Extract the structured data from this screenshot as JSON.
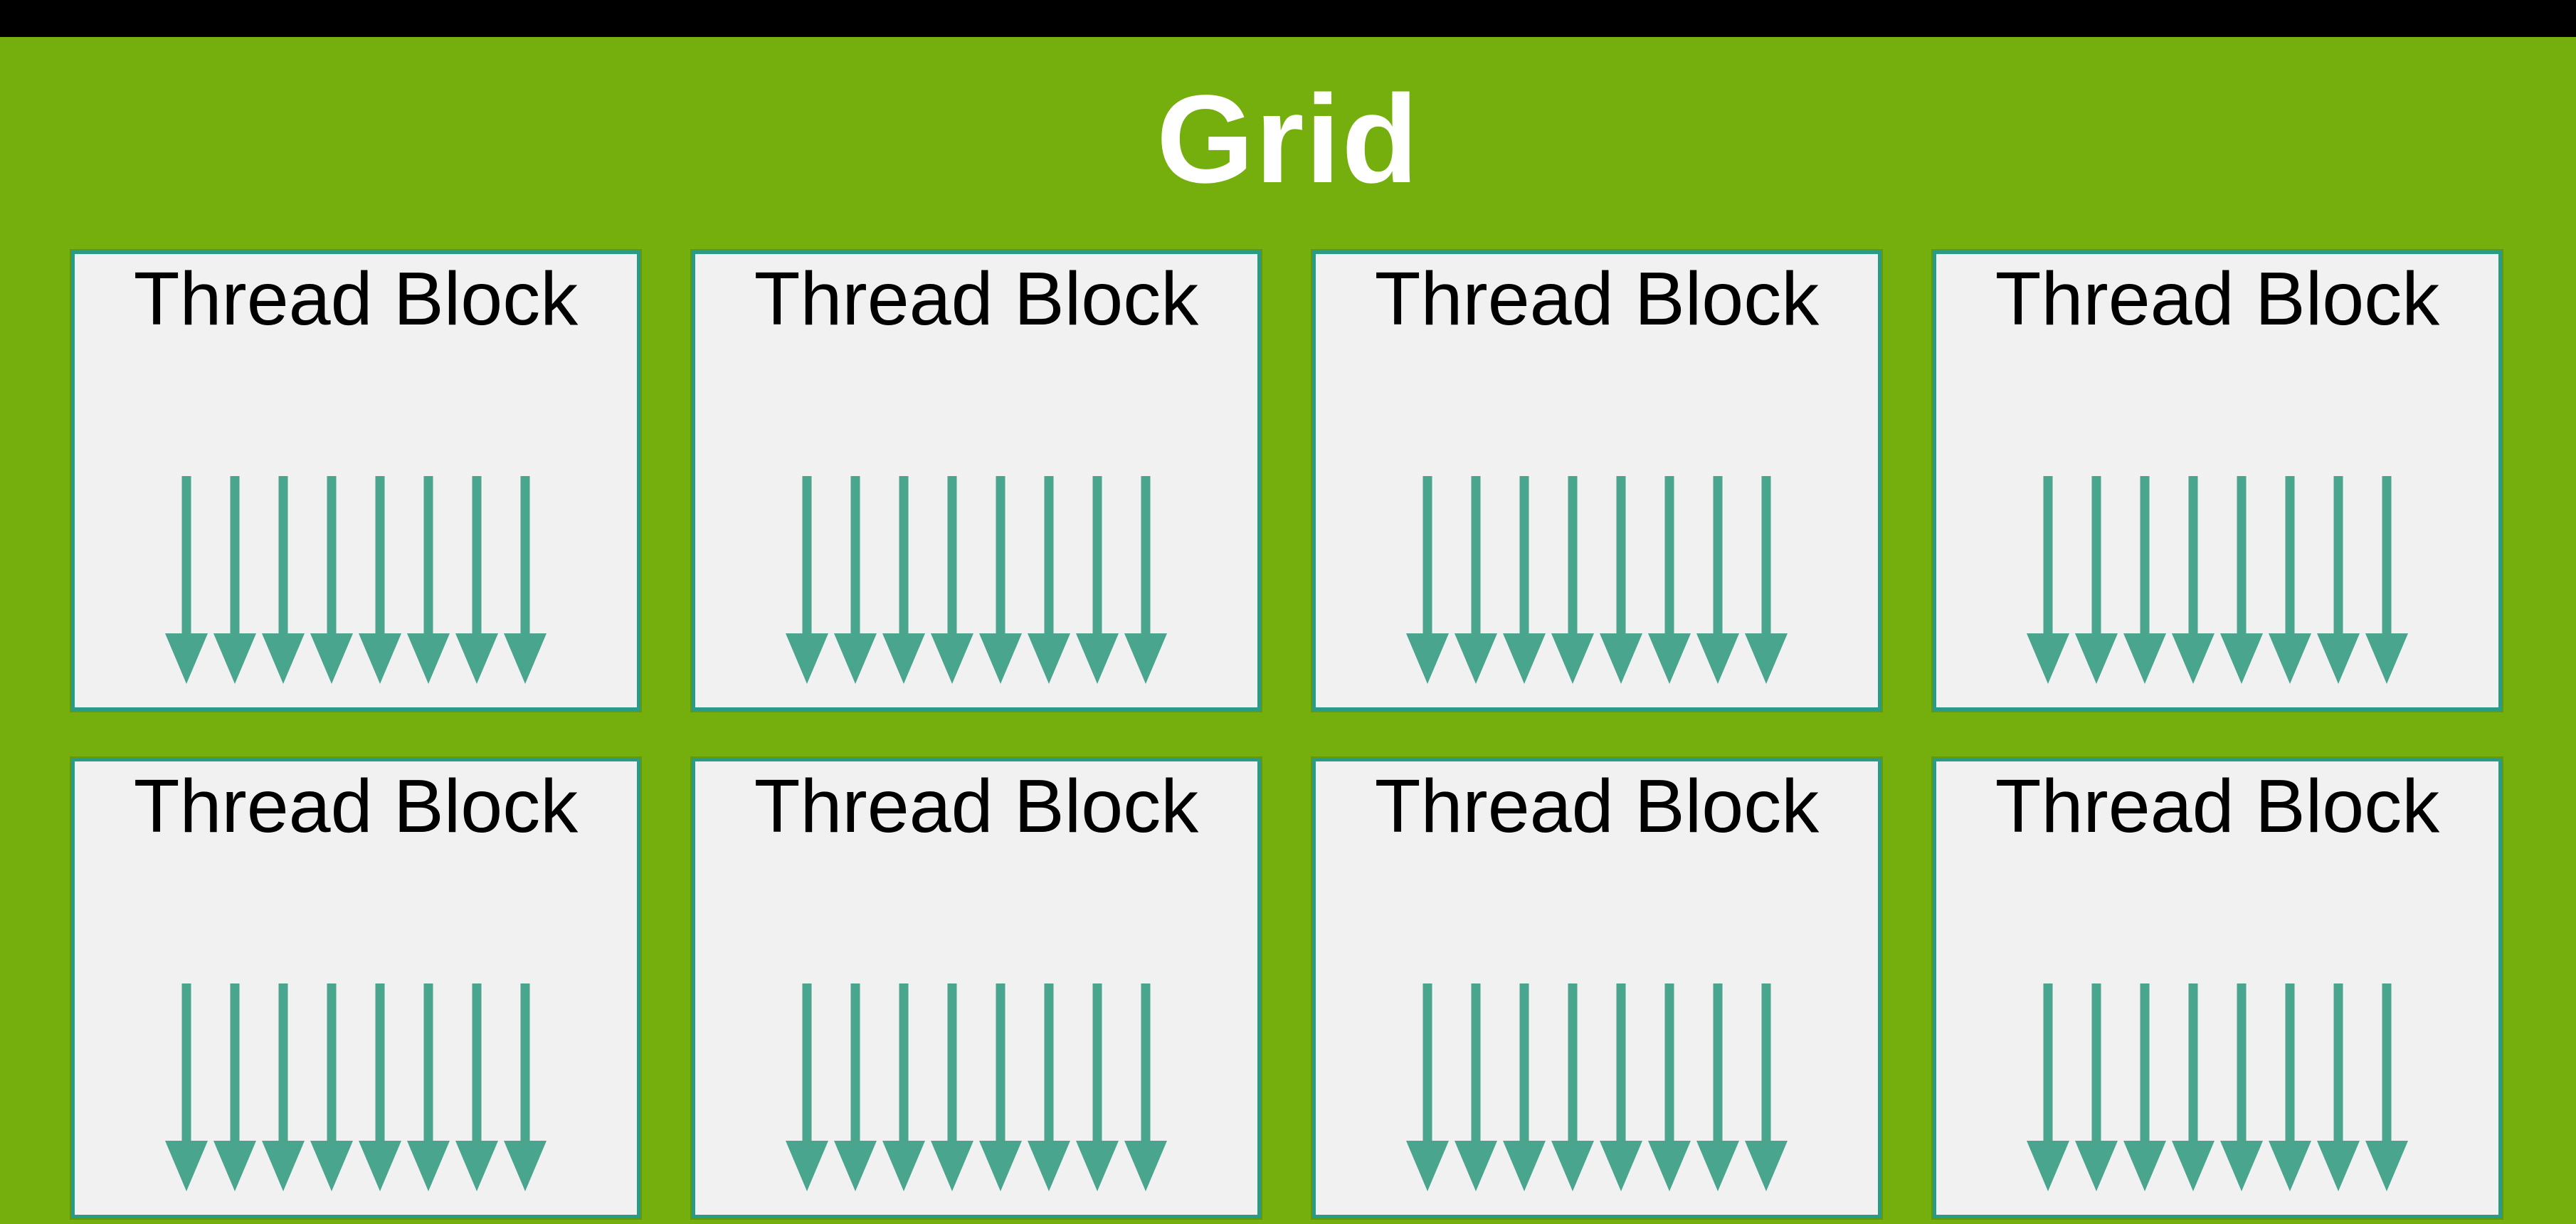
{
  "diagram": {
    "title": "Grid",
    "rows": 2,
    "columns": 4,
    "blocks": [
      {
        "label": "Thread Block",
        "arrow_count": 8
      },
      {
        "label": "Thread Block",
        "arrow_count": 8
      },
      {
        "label": "Thread Block",
        "arrow_count": 8
      },
      {
        "label": "Thread Block",
        "arrow_count": 8
      },
      {
        "label": "Thread Block",
        "arrow_count": 8
      },
      {
        "label": "Thread Block",
        "arrow_count": 8
      },
      {
        "label": "Thread Block",
        "arrow_count": 8
      },
      {
        "label": "Thread Block",
        "arrow_count": 8
      }
    ],
    "icons": {
      "thread_arrow": "arrow-down"
    },
    "colors": {
      "top_bar": "#000000",
      "panel_background": "#74AF0E",
      "block_fill": "#F1F1F1",
      "block_border": "#2A9B87",
      "arrow": "#4AA58F",
      "title_text": "#FFFFFF",
      "label_text": "#000000"
    }
  }
}
